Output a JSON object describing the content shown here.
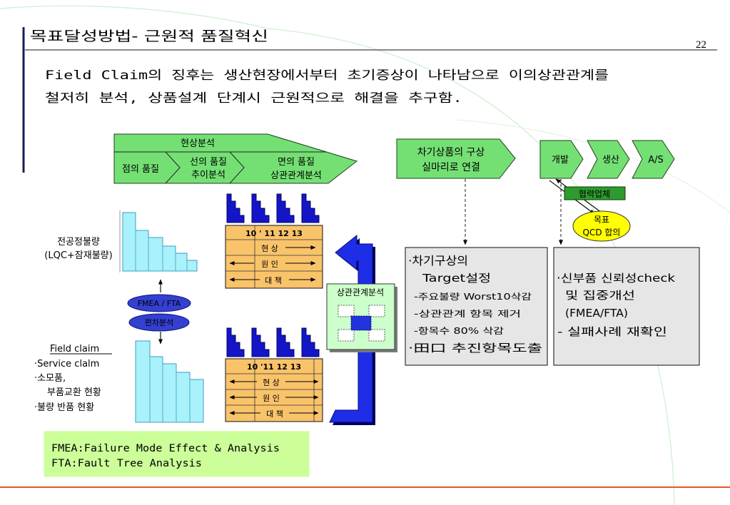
{
  "slide": {
    "title": "목표달성방법- 근원적 품질혁신",
    "page_number": "22",
    "intro": [
      "Field Claim의 징후는 생산현장에서부터 초기증상이 나타남으로 이의상관관계를",
      "철저히 분석, 상품설계 단계시 근원적으로 해결을 추구함."
    ]
  },
  "phenomenon_analysis": {
    "title": "현상분석",
    "stages": [
      [
        "점의 품질"
      ],
      [
        "선의 품질",
        "추이분석"
      ],
      [
        "면의 품질",
        "상관관계분석"
      ]
    ]
  },
  "process_defects": [
    "전공정불량",
    "(LQC+잠재불량)"
  ],
  "analysis_methods": [
    "FMEA / FTA",
    "편차분석"
  ],
  "field_claim": {
    "heading": "Field claim",
    "items": [
      "·Service clalm",
      "·소모품,",
      "부품교환 현황",
      "·불량 반품 현황"
    ]
  },
  "trend_tables": [
    {
      "header": "10 ' 11 12 13",
      "rows": [
        "현 상",
        "원 인",
        "대 책"
      ]
    },
    {
      "header": "10 '11 12 13",
      "rows": [
        "현 상",
        "원 인",
        "대 책"
      ]
    }
  ],
  "correlation_analysis": "상관관계분석",
  "next_product": [
    "차기상품의 구상",
    "실마리로 연결"
  ],
  "process_stages": [
    "개발",
    "생산",
    "A/S"
  ],
  "partner": "협력업체",
  "qcd_goal": [
    "목표",
    "QCD 합의"
  ],
  "target_panel": [
    "·차기구상의",
    "Target설정",
    "-주요불량 Worst10삭감",
    "-상관관계 항목 제거",
    "-항목수 80% 삭감",
    "·田口 추진항목도출"
  ],
  "reliability_panel": [
    "·신부품 신뢰성check",
    "및 집중개선",
    "(FMEA/FTA)",
    "- 실패사례 재확인"
  ],
  "glossary": [
    "FMEA:Failure Mode Effect & Analysis",
    "FTA:Fault Tree Analysis"
  ],
  "colors": {
    "chevron_green": "#74e074",
    "table_orange": "#f9c36a",
    "stair_blue": "#1414c8",
    "chart_cyan": "#a9f1fb",
    "note_green": "#ccff99",
    "qcd_yellow": "#ffff00",
    "partner_green": "#2e9b2e",
    "panel_grey": "#e6e6e6",
    "footer_line": "#e8562a",
    "accent_bar": "#1b1b5a"
  }
}
